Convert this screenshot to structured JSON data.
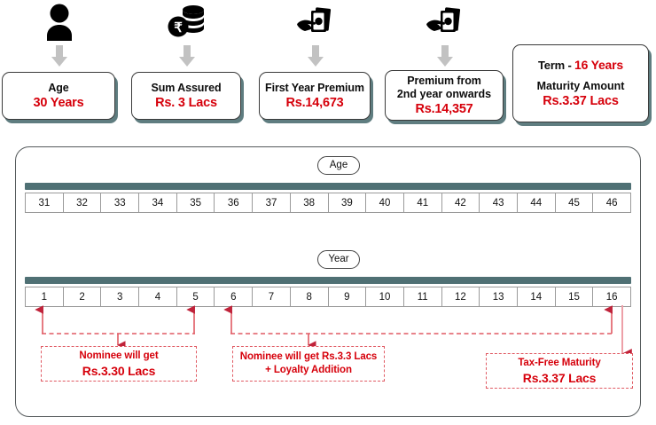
{
  "top": {
    "columns": [
      {
        "icon": "person-icon",
        "label": "Age",
        "value": "30 Years",
        "arrow": "down-arrow-icon"
      },
      {
        "icon": "rupee-coins-icon",
        "label": "Sum Assured",
        "value": "Rs. 3 Lacs",
        "arrow": "down-arrow-icon"
      },
      {
        "icon": "hand-cash-icon",
        "label": "First Year Premium",
        "value": "Rs.14,673",
        "arrow": "down-arrow-icon"
      },
      {
        "icon": "hand-cash-icon",
        "label": "Premium from",
        "label2": "2nd year onwards",
        "value": "Rs.14,357",
        "arrow": "down-arrow-icon"
      }
    ],
    "term_card": {
      "term_label": "Term  - ",
      "term_value": "16 Years",
      "maturity_label": "Maturity Amount",
      "maturity_value": "Rs.3.37 Lacs"
    }
  },
  "timeline": {
    "age_pill": "Age",
    "year_pill": "Year",
    "ages": [
      "31",
      "32",
      "33",
      "34",
      "35",
      "36",
      "37",
      "38",
      "39",
      "40",
      "41",
      "42",
      "43",
      "44",
      "45",
      "46"
    ],
    "years": [
      "1",
      "2",
      "3",
      "4",
      "5",
      "6",
      "7",
      "8",
      "9",
      "10",
      "11",
      "12",
      "13",
      "14",
      "15",
      "16"
    ],
    "annotations": [
      {
        "line1": "Nominee will get",
        "line2": "Rs.3.30 Lacs",
        "from_year": 1,
        "to_year": 5
      },
      {
        "line1": "Nominee will get Rs.3.3 Lacs",
        "line2": "+ Loyalty Addition",
        "from_year": 6,
        "to_year": 16
      },
      {
        "line1": "Tax-Free Maturity",
        "line2": "Rs.3.37 Lacs",
        "from_year": 16,
        "to_year": 16
      }
    ]
  },
  "colors": {
    "red": "#d6000b",
    "dashed_red": "#e05a63",
    "teal": "#4f7074",
    "card_shadow": "#5f7d80",
    "arrow_gray": "#c0c0c0"
  }
}
